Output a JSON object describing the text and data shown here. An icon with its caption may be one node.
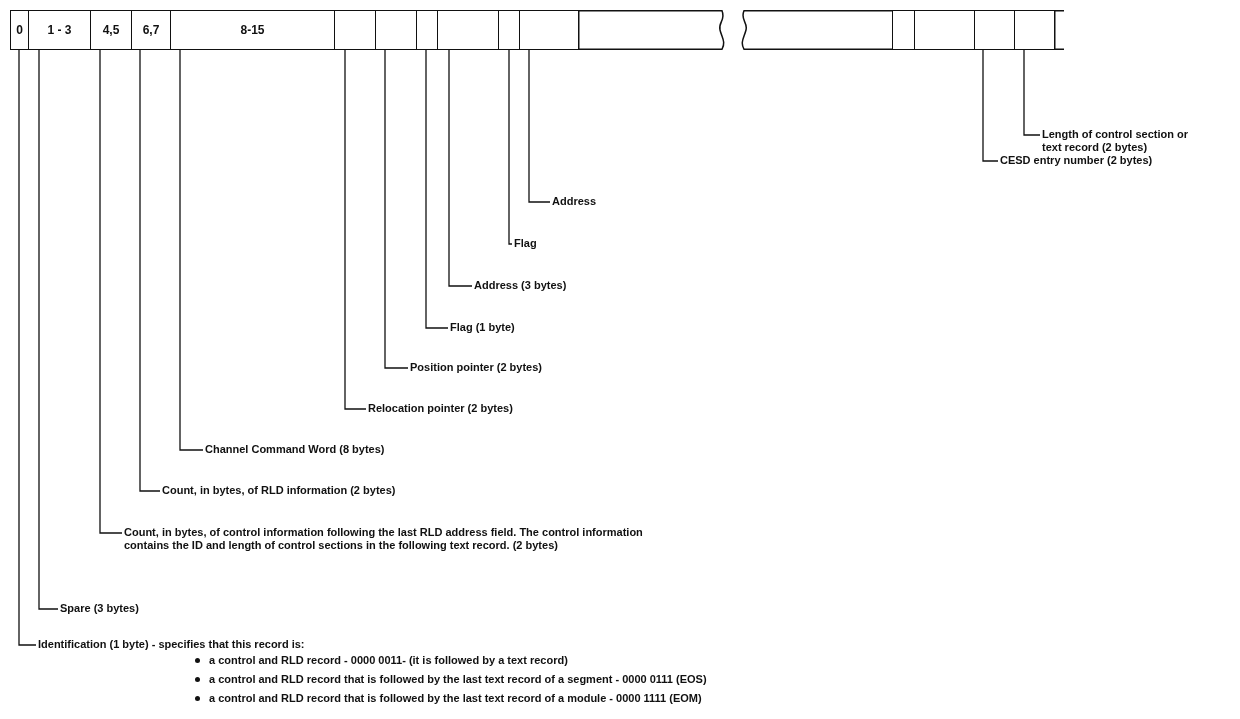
{
  "diagram": {
    "nodes": [
      {
        "text": [
          "0"
        ]
      },
      {
        "text": [
          "1 - 3"
        ]
      },
      {
        "text": [
          "4,5"
        ]
      },
      {
        "text": [
          "6,7"
        ]
      },
      {
        "text": [
          "8-15"
        ]
      },
      {
        "text": [],
        "shape": "box"
      },
      {
        "text": [],
        "shape": "box"
      },
      {
        "text": [],
        "shape": "box"
      },
      {
        "text": [],
        "shape": "box"
      },
      {
        "text": [],
        "shape": "box"
      },
      {
        "text": [],
        "shape": "box"
      },
      {
        "text": [],
        "shape": "box"
      },
      {
        "text": [],
        "shape": "box"
      },
      {
        "text": [],
        "shape": "box"
      },
      {
        "text": [],
        "shape": "box"
      },
      {
        "text": [],
        "shape": "box"
      },
      {
        "text": [],
        "shape": "box"
      },
      {
        "text": [],
        "shape": "box"
      },
      {
        "text": [
          "Length of control section or text record (2 bytes)"
        ]
      },
      {
        "text": [
          "CESD entry number (2 bytes)"
        ]
      },
      {
        "text": [
          "Address"
        ]
      },
      {
        "text": [
          "Flag"
        ]
      },
      {
        "text": [
          "Address (3 bytes)"
        ]
      },
      {
        "text": [
          "Flag (1 byte)"
        ]
      },
      {
        "text": [
          "Position pointer (2 bytes)"
        ]
      },
      {
        "text": [
          "Relocation pointer (2 bytes)"
        ]
      },
      {
        "text": [
          "Channel Command Word (8 bytes)"
        ]
      },
      {
        "text": [
          "Count, in bytes, of RLD information (2 bytes)"
        ]
      },
      {
        "text": [
          "Count, in bytes, of control information following the last RLD address field. The control information contains the ID and length of control sections in the following text record. (2 bytes)"
        ]
      },
      {
        "text": [
          "Spare (3 bytes)"
        ]
      },
      {
        "text": [
          "Identification (1 byte) - specifies that this record is:",
          "a control and RLD record - 0000 0011- (it is followed by a text record)",
          "a control and RLD record that is followed by the last text record of a segment - 0000 0111 (EOS)",
          "a control and RLD record that is followed by the last text record of a module - 0000 1111 (EOM)"
        ]
      }
    ],
    "edges": [
      {
        "from": 18,
        "to": 16,
        "arrow": "none"
      },
      {
        "from": 19,
        "to": 15,
        "arrow": "none"
      },
      {
        "from": 20,
        "to": 10,
        "arrow": "none"
      },
      {
        "from": 21,
        "to": 9,
        "arrow": "none"
      },
      {
        "from": 22,
        "to": 8,
        "arrow": "none"
      },
      {
        "from": 23,
        "to": 7,
        "arrow": "none"
      },
      {
        "from": 24,
        "to": 6,
        "arrow": "none"
      },
      {
        "from": 25,
        "to": 5,
        "arrow": "none"
      },
      {
        "from": 26,
        "to": 4,
        "arrow": "none"
      },
      {
        "from": 27,
        "to": 3,
        "arrow": "none"
      },
      {
        "from": 28,
        "to": 2,
        "arrow": "none"
      },
      {
        "from": 29,
        "to": 1,
        "arrow": "none"
      },
      {
        "from": 30,
        "to": 0,
        "arrow": "none"
      }
    ]
  }
}
